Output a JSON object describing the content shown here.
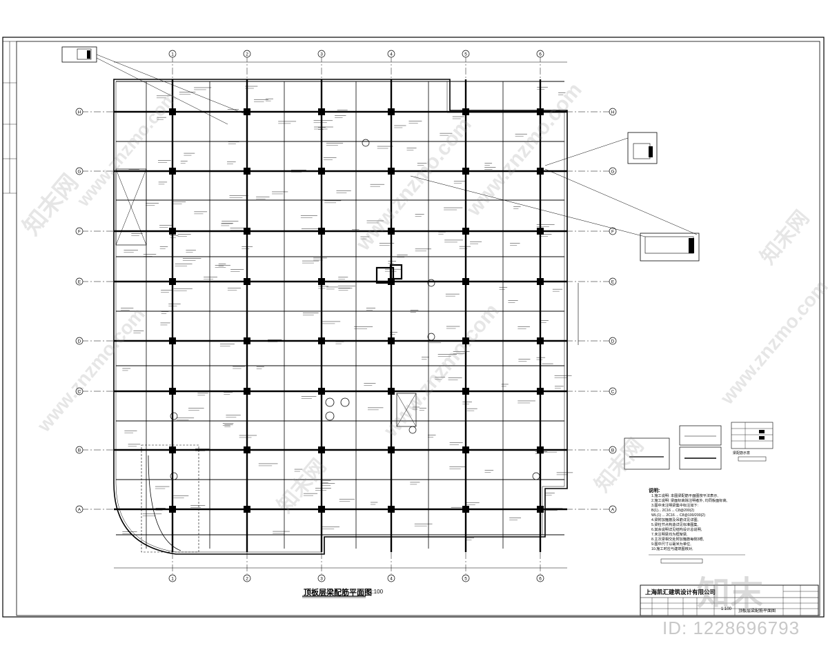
{
  "drawing": {
    "title": "顶板层梁配筋平面图",
    "scale": "1:100"
  },
  "grid": {
    "columns": [
      "1",
      "2",
      "3",
      "4",
      "5",
      "6"
    ],
    "rows": [
      "H",
      "G",
      "F",
      "E",
      "D",
      "C",
      "B",
      "A"
    ]
  },
  "notes": {
    "heading": "说明:",
    "items": [
      "1.施工说明: 本图梁配筋平面图按平法表示,",
      "2.施工说明: 梁面标高除注明者外, 均同板面标高,",
      "3.图中未注明梁集中标注如下:",
      "  B(1)... 2C16 ... C8@200(2)",
      "  WL(1) ... 2C16 ... C8@100/200(2)",
      "4.梁附加箍筋及吊筋详见详图,",
      "5.梁柱节点构造详见标准图集,",
      "6.其余说明详见结构设计总说明,",
      "7.未注明梁均为框架梁,",
      "8.主次梁相交处附加箍筋每侧3根,",
      "9.图中尺寸以毫米为单位,",
      "10.施工时应与建筑图核对,"
    ]
  },
  "titleblock": {
    "company": "上海凯汇建筑设计有限公司",
    "drawing_name": "顶板层梁配筋平面图",
    "scale": "1:100"
  },
  "legend": {
    "label": "梁配筋示意"
  },
  "watermark": {
    "site": "www.znzmo.com",
    "brand": "知末网",
    "logo": "知末",
    "id": "ID: 1228696793"
  },
  "colors": {
    "line": "#000000",
    "background": "#ffffff",
    "watermark": "#b0b0b0"
  }
}
